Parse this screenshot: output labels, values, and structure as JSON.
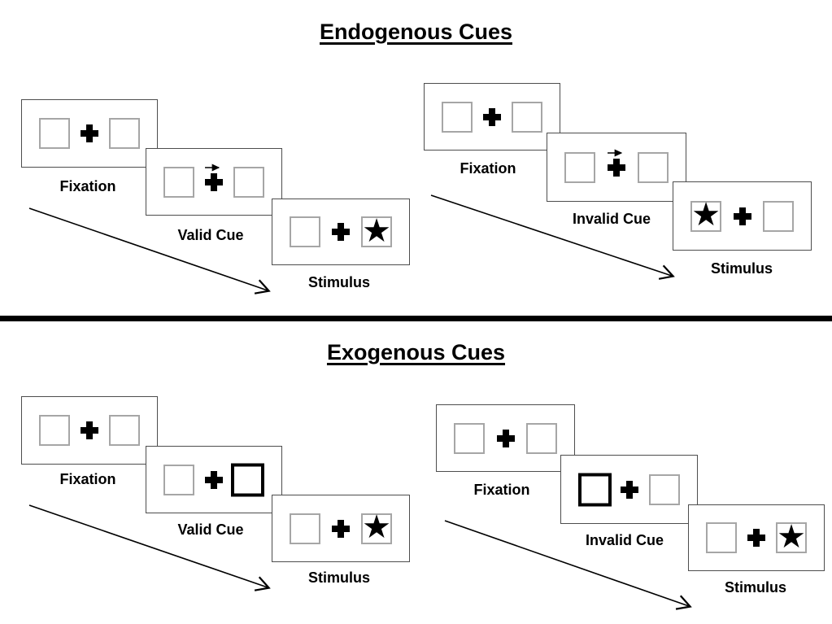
{
  "sections": [
    {
      "title": "Endogenous Cues",
      "trials": [
        {
          "name": "valid",
          "steps": [
            {
              "label": "Fixation"
            },
            {
              "label": "Valid Cue",
              "cue": "arrow-right-above-fixation-cross"
            },
            {
              "label": "Stimulus",
              "star_side": "right"
            }
          ]
        },
        {
          "name": "invalid",
          "steps": [
            {
              "label": "Fixation"
            },
            {
              "label": "Invalid Cue",
              "cue": "arrow-right-above-fixation-cross"
            },
            {
              "label": "Stimulus",
              "star_side": "left"
            }
          ]
        }
      ]
    },
    {
      "title": "Exogenous Cues",
      "trials": [
        {
          "name": "valid",
          "steps": [
            {
              "label": "Fixation"
            },
            {
              "label": "Valid Cue",
              "cue": "bold-box-right"
            },
            {
              "label": "Stimulus",
              "star_side": "right"
            }
          ]
        },
        {
          "name": "invalid",
          "steps": [
            {
              "label": "Fixation"
            },
            {
              "label": "Invalid Cue",
              "cue": "bold-box-left"
            },
            {
              "label": "Stimulus",
              "star_side": "right"
            }
          ]
        }
      ]
    }
  ],
  "icons": {
    "star": "★",
    "plus": "fixation-cross",
    "cue_arrow": "small-right-arrow",
    "timeline_arrow": "diagonal-down-right-arrow"
  },
  "colors": {
    "background": "#ffffff",
    "ink": "#000000",
    "card_border": "#4d4d4d",
    "square_border": "#a6a6a6",
    "divider": "#000000"
  }
}
